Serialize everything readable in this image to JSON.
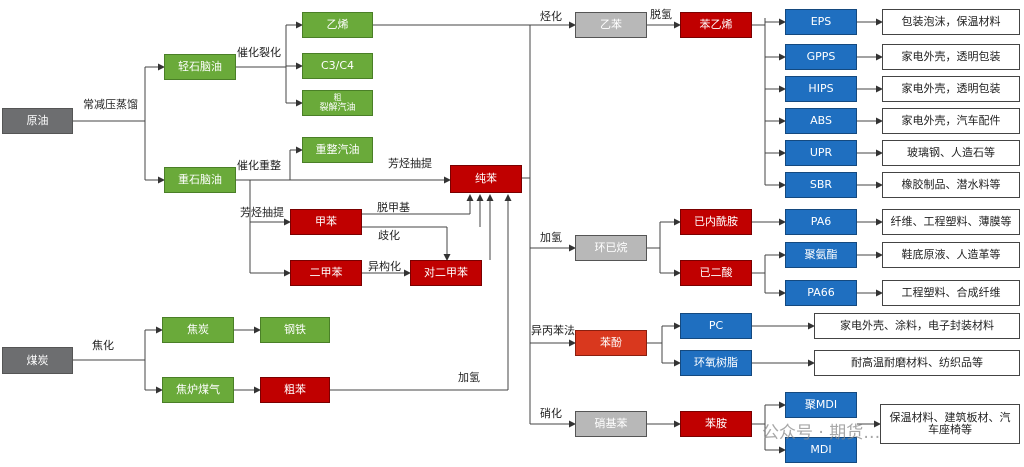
{
  "nodes": {
    "crude_oil": "原油",
    "light_naphtha": "轻石脑油",
    "heavy_naphtha": "重石脑油",
    "ethylene": "乙烯",
    "c3c4": "C3/C4",
    "pygas": "裂解汽油",
    "pygas_prefix": "粗",
    "reformate": "重整汽油",
    "ethylbenzene": "乙苯",
    "styrene": "苯乙烯",
    "benzene": "纯苯",
    "toluene": "甲苯",
    "xylene": "二甲苯",
    "px": "对二甲苯",
    "cyclohexane": "环已烷",
    "caprolactam": "已内酰胺",
    "adipic_acid": "已二酸",
    "phenol": "苯酚",
    "nitrobenzene": "硝基苯",
    "aniline": "苯胺",
    "coal": "煤炭",
    "coke": "焦炭",
    "steel": "钢铁",
    "coke_gas": "焦炉煤气",
    "crude_benzene": "粗苯",
    "eps": "EPS",
    "gpps": "GPPS",
    "hips": "HIPS",
    "abs": "ABS",
    "upr": "UPR",
    "sbr": "SBR",
    "pa6": "PA6",
    "pu": "聚氨酯",
    "pa66": "PA66",
    "pc": "PC",
    "epoxy": "环氧树脂",
    "pmdi": "聚MDI",
    "mdi": "MDI"
  },
  "uses": {
    "eps": "包装泡沫，保温材料",
    "gpps": "家电外壳，透明包装",
    "hips": "家电外壳，透明包装",
    "abs": "家电外壳，汽车配件",
    "upr": "玻璃钢、人造石等",
    "sbr": "橡胶制品、潜水料等",
    "pa6": "纤维、工程塑料、薄膜等",
    "pu": "鞋底原液、人造革等",
    "pa66": "工程塑料、合成纤维",
    "pc": "家电外壳、涂料，电子封装材料",
    "epoxy": "耐高温耐磨材料、纺织品等",
    "mdi": "保温材料、建筑板材、汽车座椅等"
  },
  "edges": {
    "atm_distill": "常减压蒸馏",
    "cat_crack": "催化裂化",
    "cat_reform": "催化重整",
    "aromatics_extract_1": "芳烃抽提",
    "aromatics_extract_2": "芳烃抽提",
    "alkylation": "烃化",
    "dehydrogenation": "脱氢",
    "hydrodealkylation": "脱甲基",
    "disproportionation": "歧化",
    "isomerization": "异构化",
    "hydrogenation_1": "加氢",
    "hydrogenation_2": "加氢",
    "cumene": "异丙苯法",
    "nitration": "硝化",
    "coking": "焦化"
  },
  "watermark": "公众号 · 期货…"
}
